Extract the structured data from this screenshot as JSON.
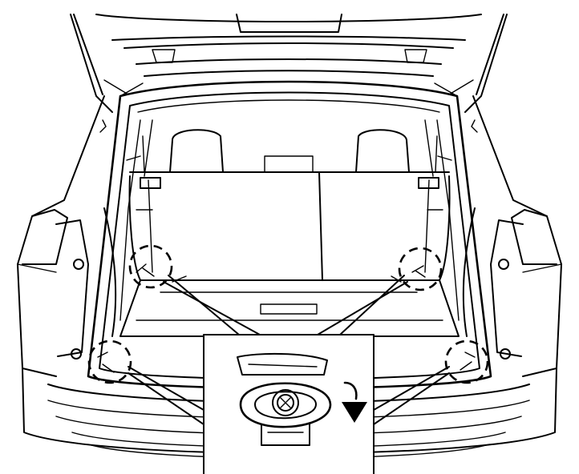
{
  "figure": {
    "subject": "vehicle-cargo-area-tie-down-hooks",
    "callouts": [
      {
        "name": "upper-left-hook"
      },
      {
        "name": "upper-right-hook"
      },
      {
        "name": "lower-left-hook"
      },
      {
        "name": "lower-right-hook"
      }
    ],
    "detail": {
      "content": "tie-down-hook-closeup",
      "arrow_icon": "rotate-down-arrow-icon"
    }
  },
  "colors": {
    "line": "#000000",
    "background": "#ffffff"
  }
}
